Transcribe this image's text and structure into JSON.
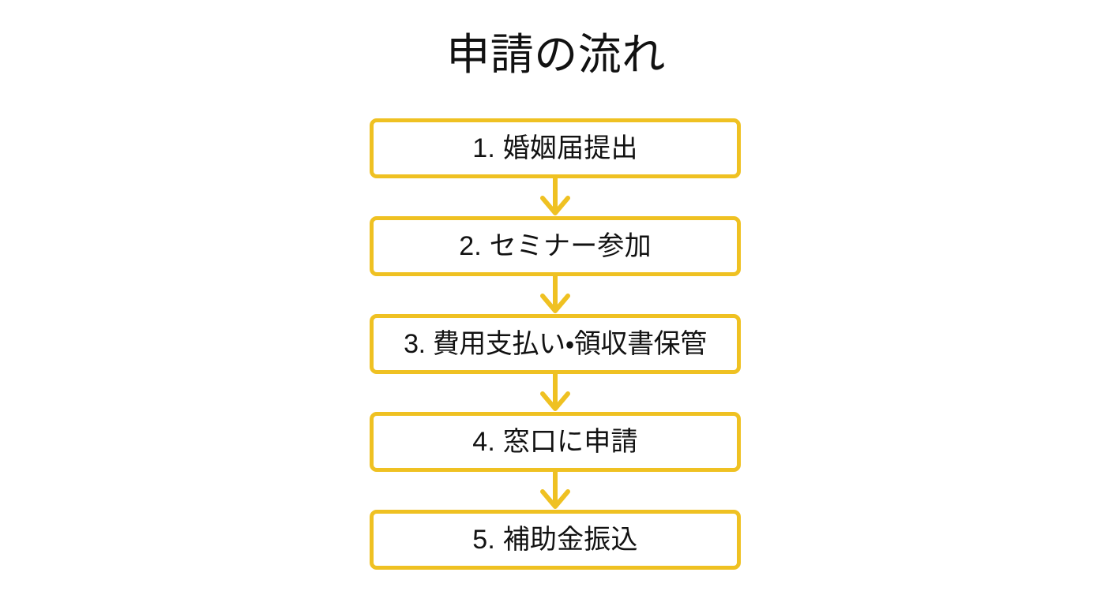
{
  "page": {
    "title": "申請の流れ",
    "background_color": "#FFFFFF",
    "accent_color": "#EFC122",
    "text_color": "#121212"
  },
  "flow": {
    "orientation": "vertical",
    "connector_icon": "arrow-down-icon",
    "steps": [
      {
        "number": "1.",
        "label": "1. 婚姻届提出"
      },
      {
        "number": "2.",
        "label": "2. セミナー参加"
      },
      {
        "number": "3.",
        "label": "3. 費用支払い・領収書保管"
      },
      {
        "number": "4.",
        "label": "4. 窓口に申請"
      },
      {
        "number": "5.",
        "label": "5. 補助金振込"
      }
    ]
  }
}
